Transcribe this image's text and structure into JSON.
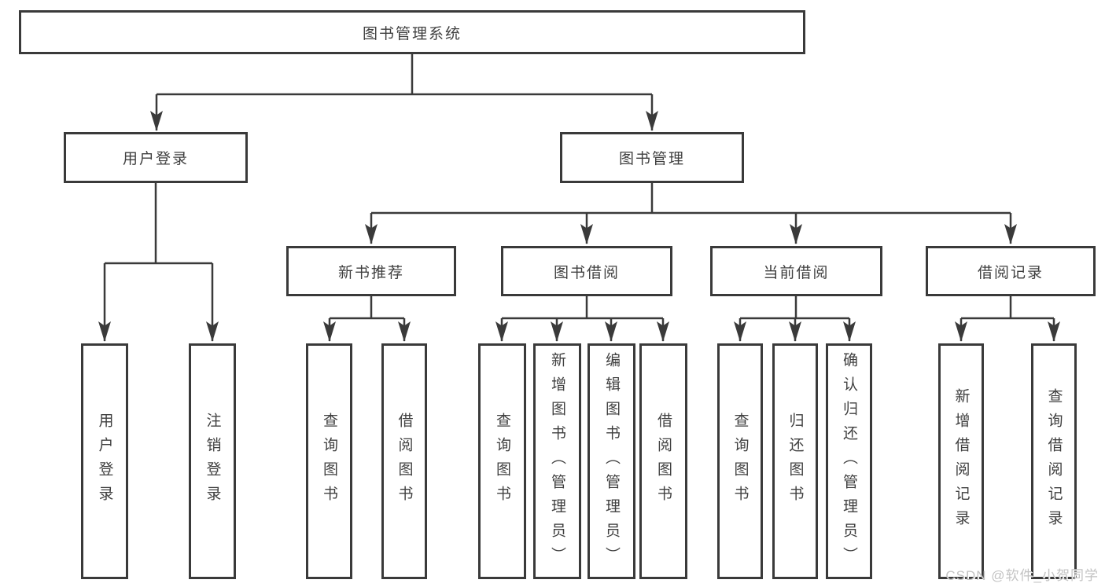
{
  "nodes": {
    "root": {
      "label": "图书管理系统"
    },
    "l1": [
      {
        "label": "用户登录"
      },
      {
        "label": "图书管理"
      }
    ],
    "l2": [
      {
        "label": "新书推荐"
      },
      {
        "label": "图书借阅"
      },
      {
        "label": "当前借阅"
      },
      {
        "label": "借阅记录"
      }
    ],
    "l3": [
      {
        "label": "用户登录"
      },
      {
        "label": "注销登录"
      },
      {
        "label": "查询图书"
      },
      {
        "label": "借阅图书"
      },
      {
        "label": "查询图书"
      },
      {
        "label": "新增图书（管理员）"
      },
      {
        "label": "编辑图书（管理员）"
      },
      {
        "label": "借阅图书"
      },
      {
        "label": "查询图书"
      },
      {
        "label": "归还图书"
      },
      {
        "label": "确认归还（管理员）"
      },
      {
        "label": "新增借阅记录"
      },
      {
        "label": "查询借阅记录"
      }
    ]
  },
  "watermark": {
    "text": "CSDN @软件_小贺同学"
  },
  "colors": {
    "line": "#3a3a3a",
    "text": "#3f3f3f",
    "watermark": "#c3c3c3",
    "background": "#ffffff"
  }
}
